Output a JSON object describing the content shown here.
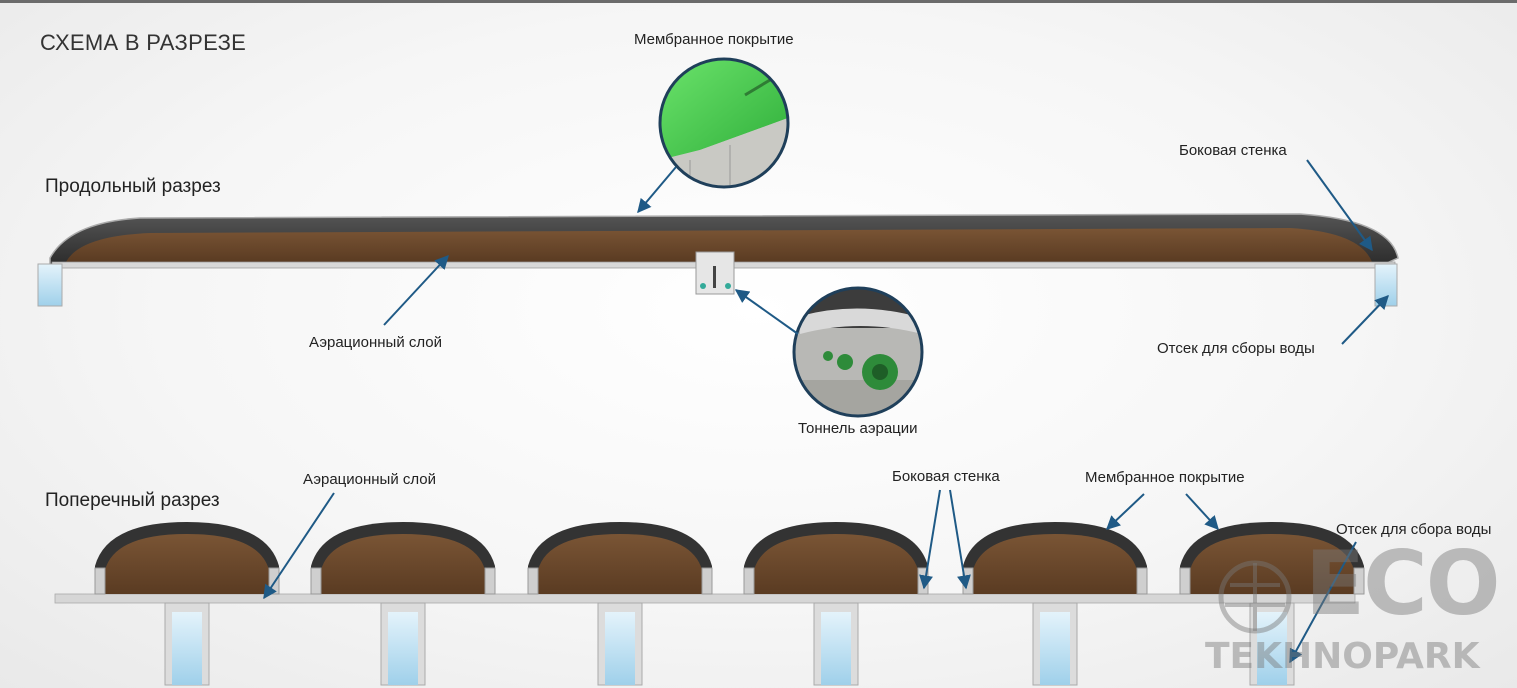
{
  "title": "СХЕМА В РАЗРЕЗЕ",
  "sections": {
    "longitudinal": "Продольный разрез",
    "transverse": "Поперечный разрез"
  },
  "labels": {
    "membrane_top": "Мембранное покрытие",
    "side_wall_top": "Боковая стенка",
    "aeration_layer_top": "Аэрационный слой",
    "water_compartment_top": "Отсек для сборы воды",
    "aeration_tunnel": "Тоннель аэрации",
    "aeration_layer_bottom": "Аэрационный слой",
    "side_wall_bottom": "Боковая стенка",
    "membrane_bottom": "Мембранное покрытие",
    "water_compartment_bottom": "Отсек для сбора воды"
  },
  "logo": {
    "line1": "ECO",
    "line2": "TEKHNOPARK"
  },
  "colors": {
    "membrane": "#3a3a3a",
    "compost": "#6b4a2e",
    "arrow": "#1f5a86",
    "water": "#bfe0f2",
    "concrete": "#d4d4d4"
  }
}
